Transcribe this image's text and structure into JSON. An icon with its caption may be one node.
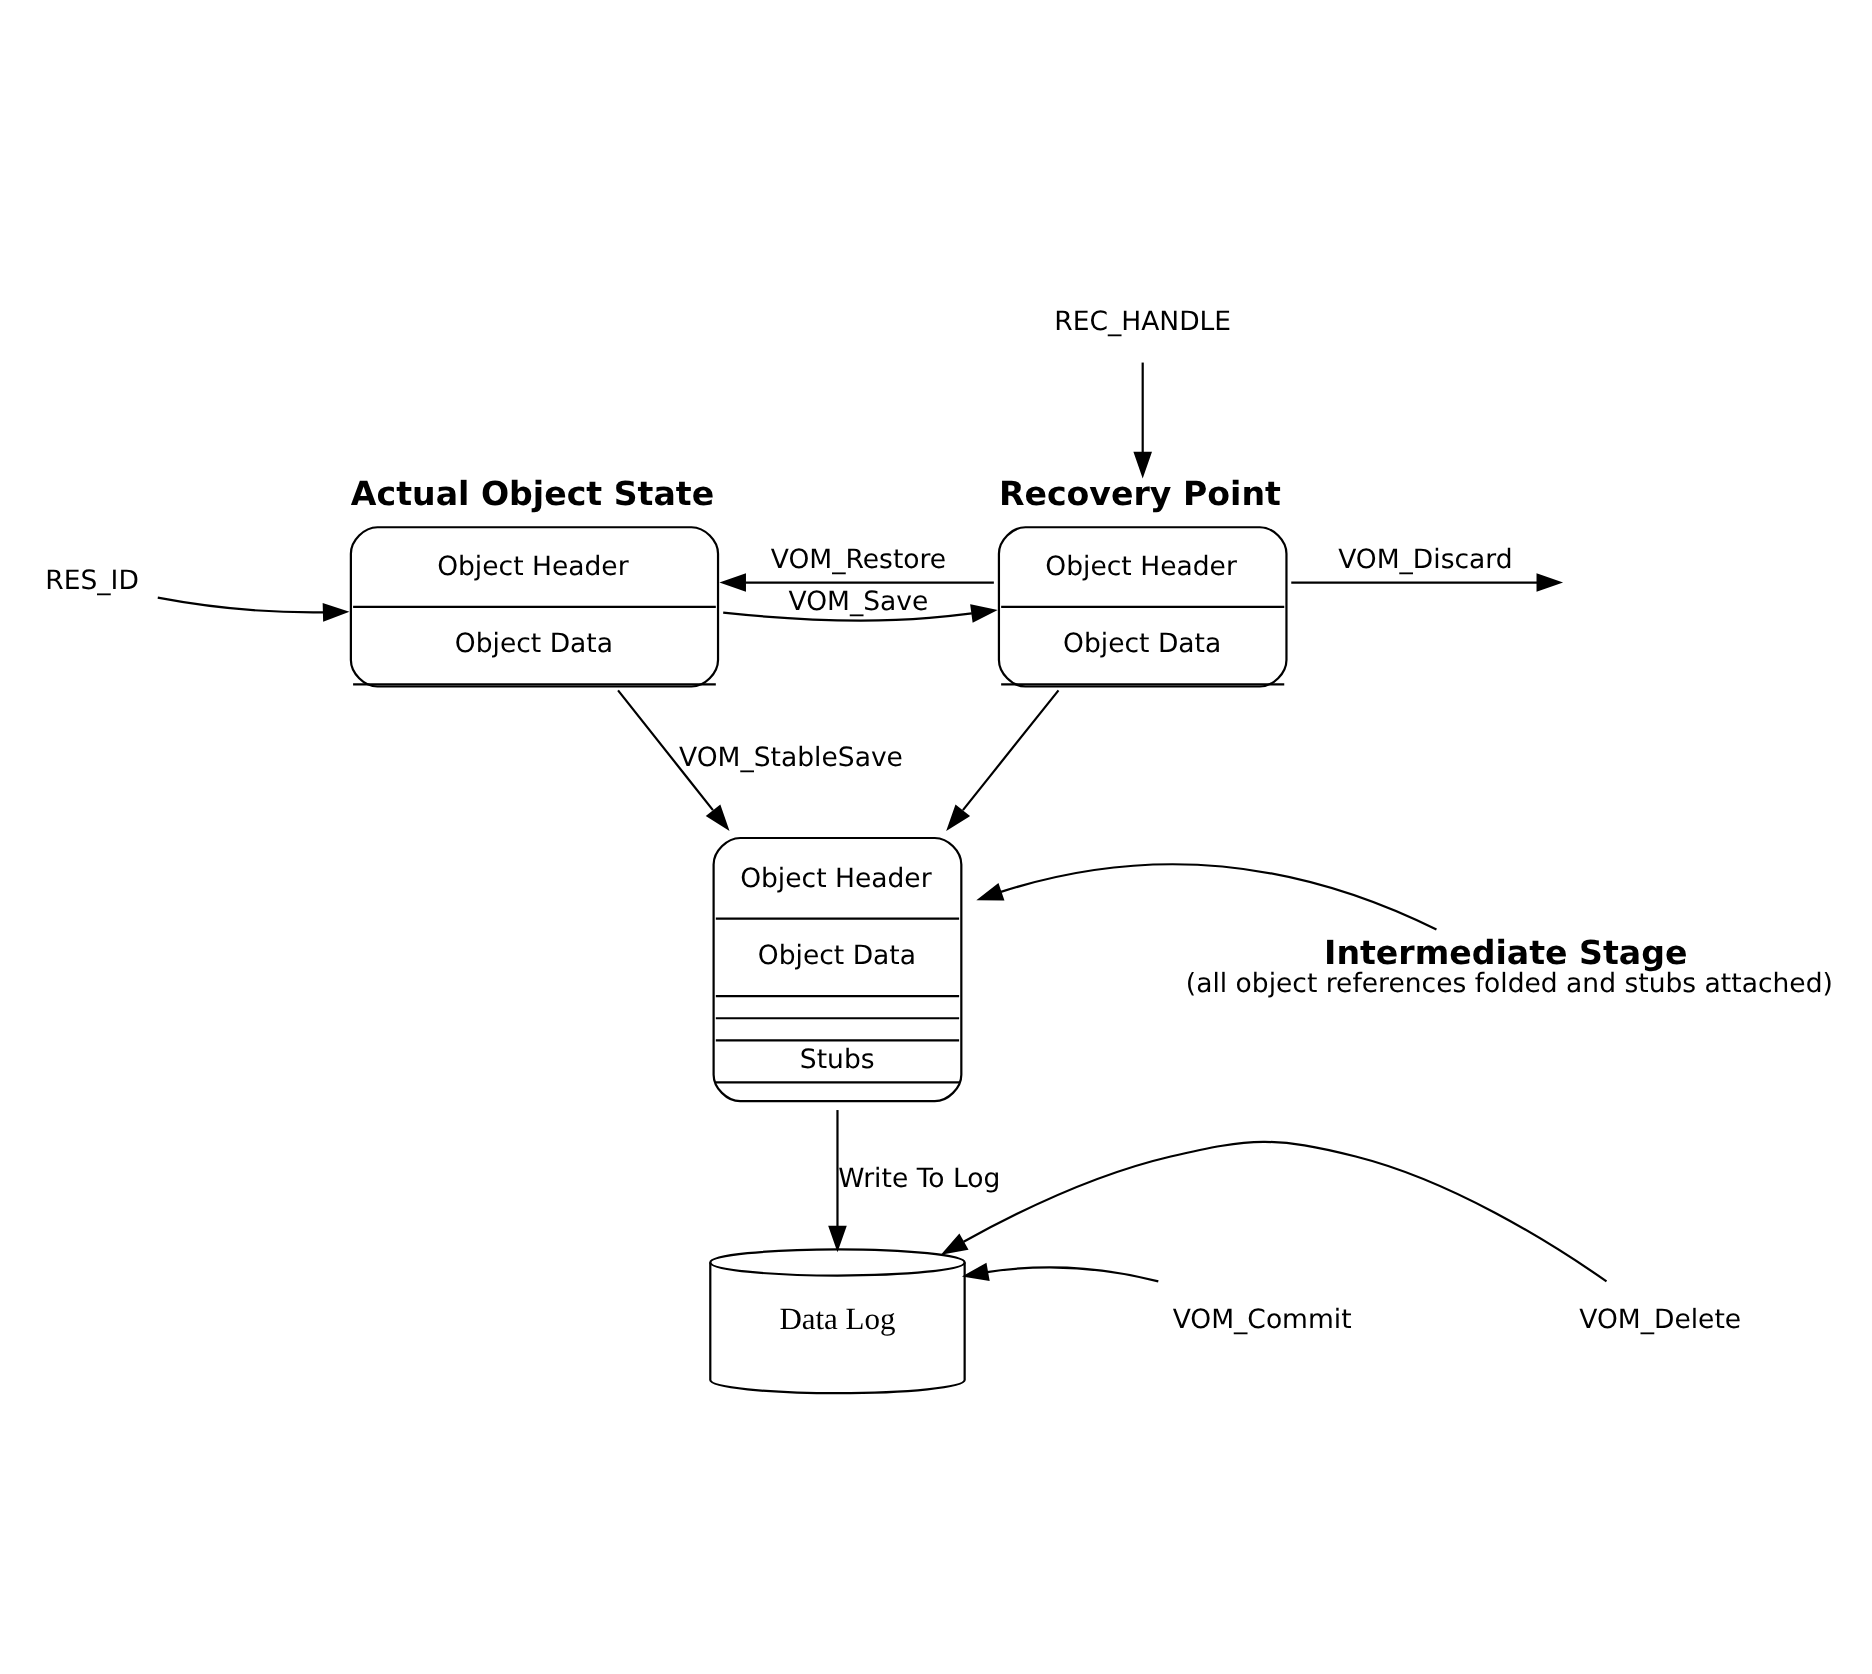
{
  "diagram": {
    "nodes": [
      {
        "text": [
          "Actual Object State",
          "Object Header",
          "Object Data"
        ]
      },
      {
        "text": [
          "Recovery Point",
          "Object Header",
          "Object Data"
        ]
      },
      {
        "text": [
          "Object Header",
          "Object Data",
          "Stubs"
        ]
      },
      {
        "text": [
          "Intermediate Stage",
          "(all object references folded and stubs attached)"
        ]
      },
      {
        "text": [
          "Data Log"
        ]
      },
      {
        "text": [
          "RES_ID"
        ]
      },
      {
        "text": [
          "REC_HANDLE"
        ]
      },
      {
        "text": [
          "VOM_Commit"
        ]
      },
      {
        "text": [
          "VOM_Delete"
        ]
      }
    ],
    "edges": [
      {
        "from": 5,
        "to": 0,
        "arrow": "to"
      },
      {
        "from": 6,
        "to": 1,
        "arrow": "to"
      },
      {
        "from": 0,
        "to": 1,
        "arrow": "to",
        "label": "VOM_Save"
      },
      {
        "from": 1,
        "to": 0,
        "arrow": "to",
        "label": "VOM_Restore"
      },
      {
        "from": 1,
        "to": null,
        "arrow": "to",
        "label": "VOM_Discard"
      },
      {
        "from": 0,
        "to": 2,
        "arrow": "to",
        "label": "VOM_StableSave"
      },
      {
        "from": 1,
        "to": 2,
        "arrow": "to"
      },
      {
        "from": 3,
        "to": 2,
        "arrow": "to"
      },
      {
        "from": 2,
        "to": 4,
        "arrow": "to",
        "label": "Write To Log"
      },
      {
        "from": 7,
        "to": 4,
        "arrow": "to"
      },
      {
        "from": 8,
        "to": 4,
        "arrow": "to"
      }
    ]
  }
}
